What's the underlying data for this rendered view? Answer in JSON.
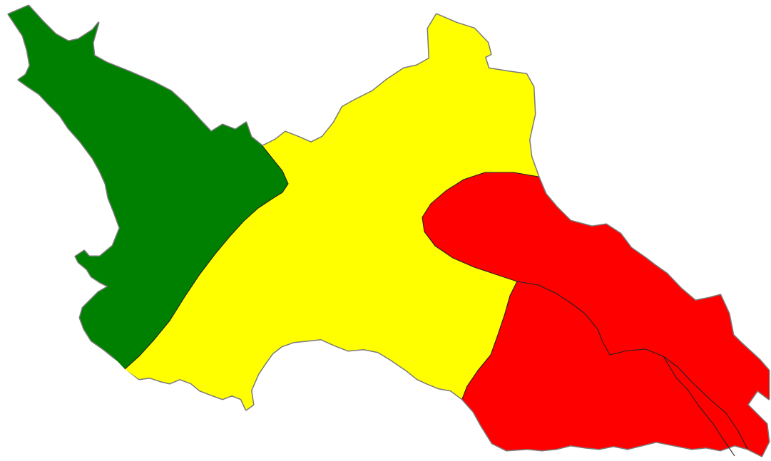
{
  "map": {
    "background_color": "#ffffff",
    "outline_color": "#7a7a7a",
    "border_color": "#222222",
    "regions": [
      {
        "id": "west",
        "color": "#008000"
      },
      {
        "id": "central",
        "color": "#ffff00"
      },
      {
        "id": "east-north",
        "color": "#ff0000"
      },
      {
        "id": "east-south-west",
        "color": "#ff0000"
      },
      {
        "id": "east-south-east",
        "color": "#ff0000"
      }
    ]
  }
}
